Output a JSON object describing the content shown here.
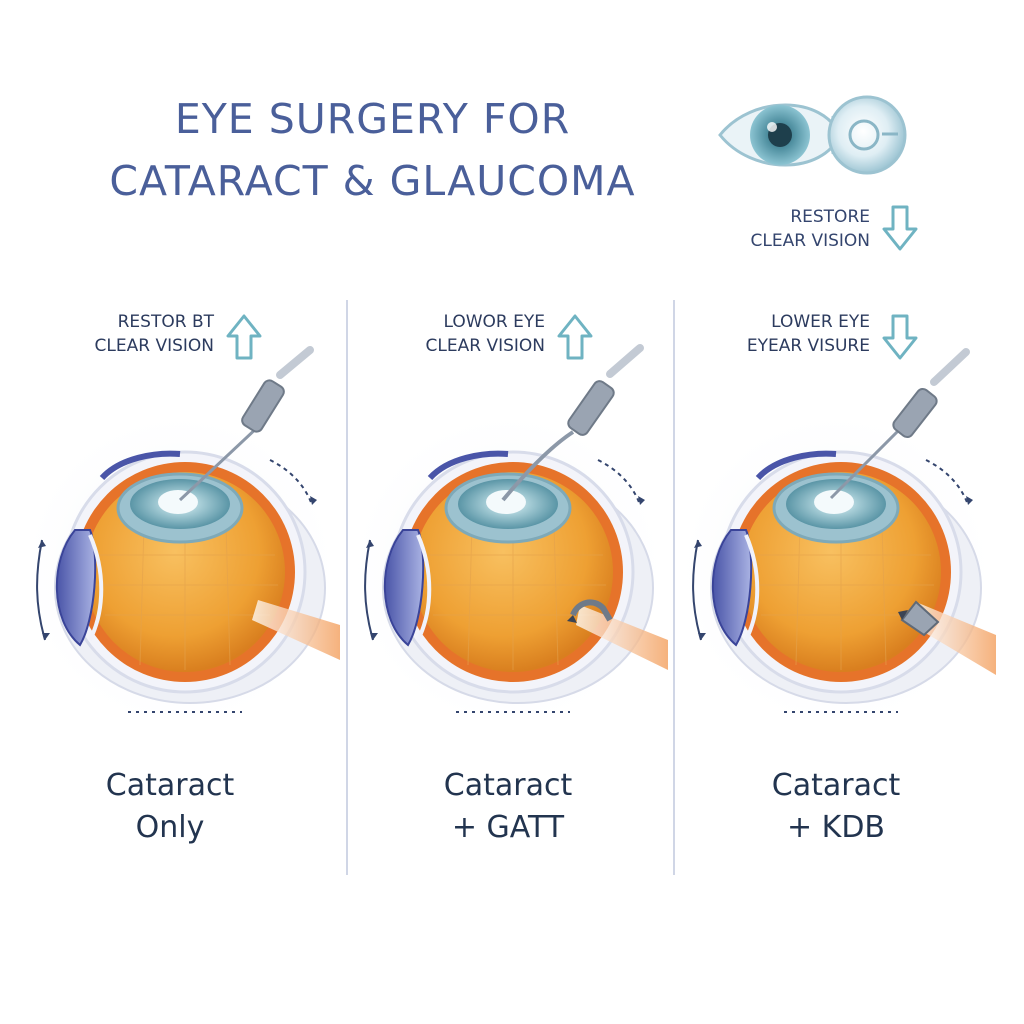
{
  "title": {
    "line1": "EYE SURGERY FOR",
    "line2": "CATARACT & GLAUCOMA"
  },
  "side_note": {
    "line1": "RESTORE",
    "line2": "CLEAR VISION",
    "arrow": "down"
  },
  "panels": [
    {
      "note_line1": "RESTOR BT",
      "note_line2": "CLEAR VISION",
      "arrow": "up",
      "label_line1": "Cataract",
      "label_line2": "Only"
    },
    {
      "note_line1": "LOWOR EYE",
      "note_line2": "CLEAR VISION",
      "arrow": "up",
      "label_line1": "Cataract",
      "label_line2": "+ GATT"
    },
    {
      "note_line1": "LOWER EYE",
      "note_line2": "EYEAR VISURE",
      "arrow": "down",
      "label_line1": "Cataract",
      "label_line2": "+ KDB"
    }
  ],
  "colors": {
    "title": "#4a5f9a",
    "text": "#2c3b5e",
    "arrow": "#6fb3c2",
    "eye_orange": "#f0a030",
    "eye_rim": "#e06a1e",
    "iris": "#6aa5b5",
    "cornea": "#5a63b8"
  },
  "icons": [
    "eye-icon",
    "lens-icon",
    "arrow-up-icon",
    "arrow-down-icon",
    "surgical-probe-icon"
  ]
}
